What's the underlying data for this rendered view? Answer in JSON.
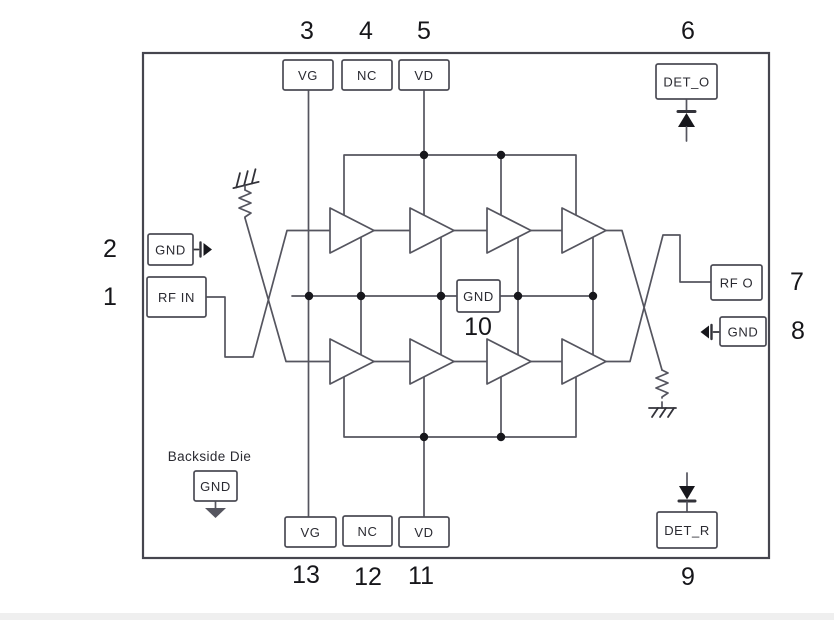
{
  "diagram": "functional-block-schematic",
  "colors": {
    "wire": "#55555f",
    "box_border": "#4c4c55",
    "text": "#16161a",
    "junction_dot": "#17171c",
    "background": "#ffffff"
  },
  "pins": {
    "p1": {
      "number": "1",
      "label": "RF IN"
    },
    "p2": {
      "number": "2",
      "label": "GND"
    },
    "p3": {
      "number": "3",
      "label": "VG"
    },
    "p4": {
      "number": "4",
      "label": "NC"
    },
    "p5": {
      "number": "5",
      "label": "VD"
    },
    "p6": {
      "number": "6",
      "label": "DET_O"
    },
    "p7": {
      "number": "7",
      "label": "RF O"
    },
    "p8": {
      "number": "8",
      "label": "GND"
    },
    "p9": {
      "number": "9",
      "label": "DET_R"
    },
    "p10": {
      "number": "10",
      "label": "GND"
    },
    "p11": {
      "number": "11",
      "label": "VD"
    },
    "p12": {
      "number": "12",
      "label": "NC"
    },
    "p13": {
      "number": "13",
      "label": "VG"
    }
  },
  "annotations": {
    "backside_die_label": "Backside Die",
    "backside_die_box": "GND"
  },
  "structure": {
    "amplifier_rows": 2,
    "stages_per_row": 4
  }
}
